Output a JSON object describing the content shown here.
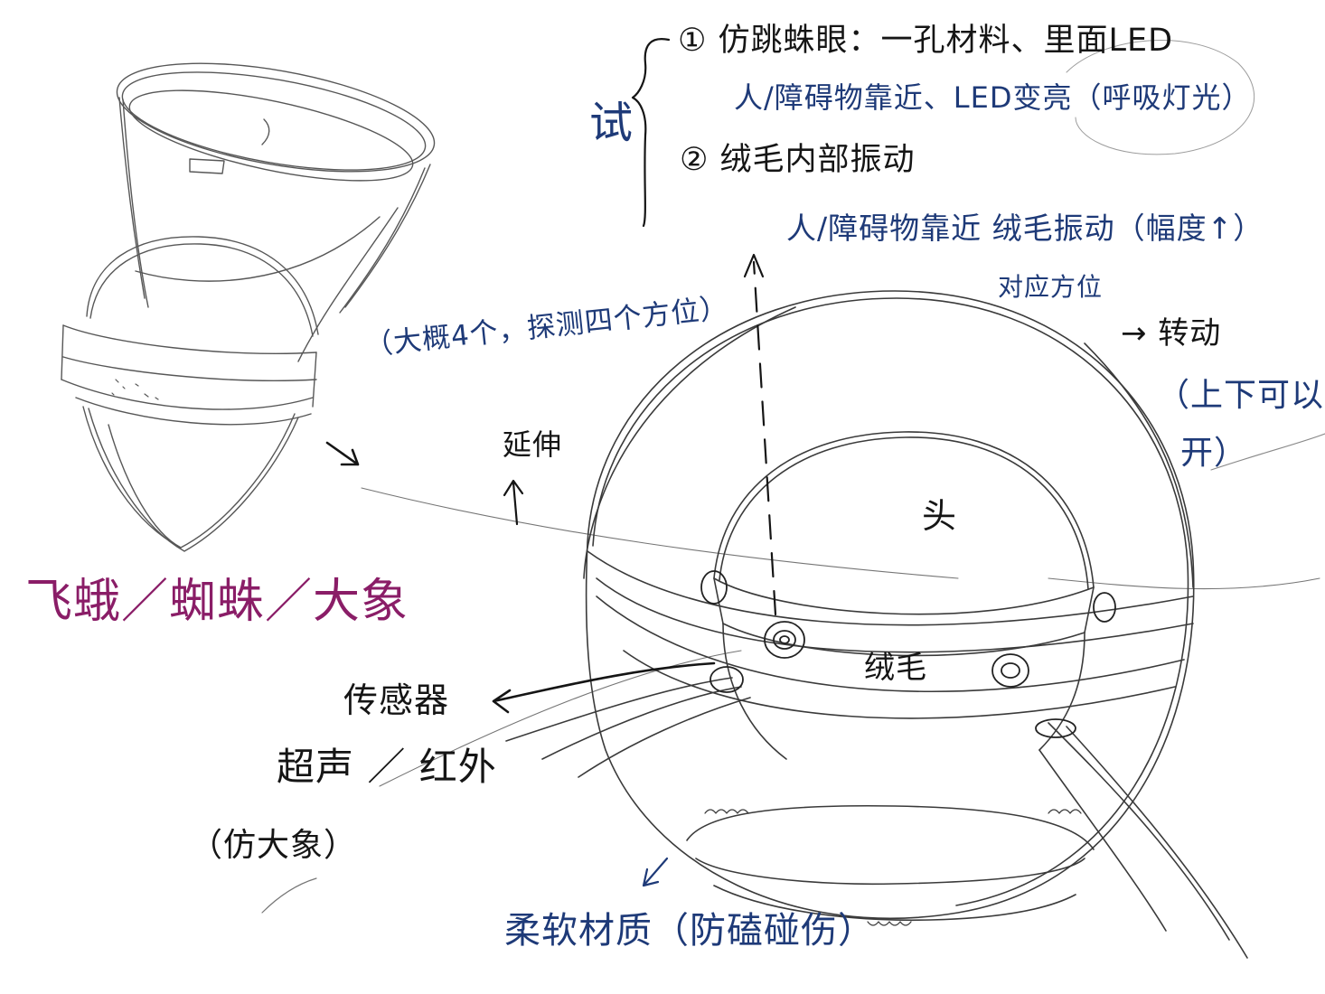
{
  "colors": {
    "pencil": "#3a3a3a",
    "ink_black": "#151515",
    "ink_blue": "#1e3a78",
    "ink_purple": "#8a1d67"
  },
  "notes": {
    "opt1": "① 仿跳蛛眼：一孔材料、里面LED",
    "opt1_detail": "人/障碍物靠近、LED变亮（呼吸灯光）",
    "opt_label": "试",
    "opt2": "② 绒毛内部振动",
    "opt2_detail": "人/障碍物靠近 绒毛振动（幅度↑）",
    "opt2_side": "对应方位",
    "sensor_count": "（大概4个，探测四个方位）",
    "extend_up": "延伸",
    "head": "头",
    "fur": "绒毛",
    "rotate": "→ 转动",
    "rotate_detail_1": "（上下可以打",
    "rotate_detail_2": "开）",
    "inspiration": "飞蛾／蜘蛛／大象",
    "sensor": "传感器",
    "sensor_type": "超声 ／ 红外",
    "sensor_inspiration": "（仿大象）",
    "material": "柔软材质（防磕碰伤）"
  }
}
